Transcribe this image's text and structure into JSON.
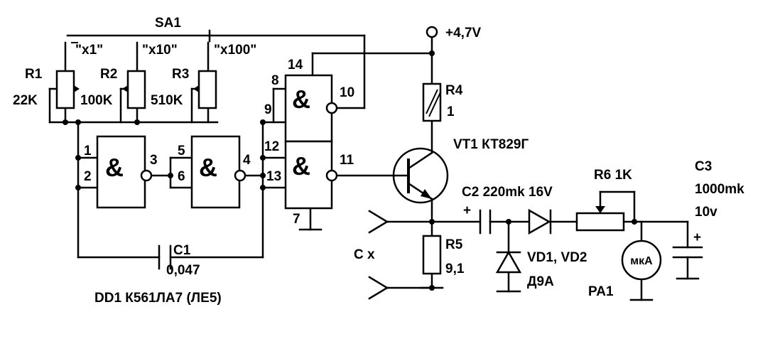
{
  "supply": {
    "label": "+4,7V"
  },
  "switch": {
    "name": "SA1",
    "positions": [
      "\"x1\"",
      "\"x10\"",
      "\"x100\""
    ]
  },
  "resistors": {
    "r1": {
      "name": "R1",
      "value": "22K"
    },
    "r2": {
      "name": "R2",
      "value": "100K"
    },
    "r3": {
      "name": "R3",
      "value": "510K"
    },
    "r4": {
      "name": "R4",
      "value": "1"
    },
    "r5": {
      "name": "R5",
      "value": "9,1"
    },
    "r6": {
      "name": "R6 1K"
    }
  },
  "chip": {
    "title": "DD1 К561ЛА7 (ЛЕ5)",
    "gate_symbol": "&",
    "pins": {
      "p1": "1",
      "p2": "2",
      "p3": "3",
      "p4": "4",
      "p5": "5",
      "p6": "6",
      "p7": "7",
      "p8": "8",
      "p9": "9",
      "p10": "10",
      "p11": "11",
      "p12": "12",
      "p13": "13",
      "p14": "14"
    }
  },
  "capacitors": {
    "c1": {
      "name": "C1",
      "value": "0,047"
    },
    "c2": {
      "label": "C2 220mk 16V",
      "plus": "+"
    },
    "c3": {
      "name": "C3",
      "value": "1000mk",
      "voltage": "10v",
      "plus": "+"
    }
  },
  "transistor": {
    "label": "VT1 КТ829Г"
  },
  "diodes": {
    "name": "VD1, VD2",
    "type": "Д9А"
  },
  "meter": {
    "symbol": "мкА",
    "name": "PA1"
  },
  "input": {
    "label": "C x"
  }
}
